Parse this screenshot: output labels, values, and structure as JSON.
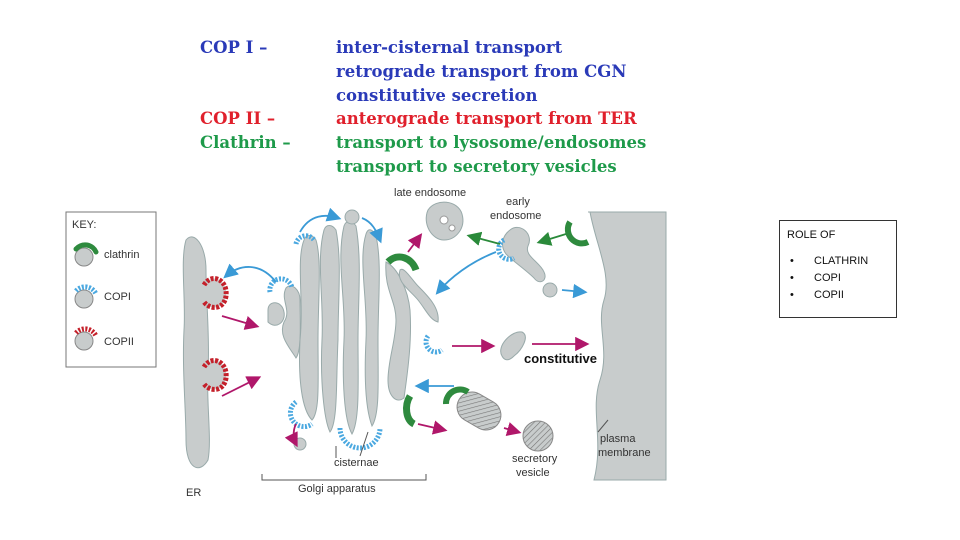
{
  "legend": {
    "copi": {
      "label": "COP I –",
      "items": [
        "inter-cisternal transport",
        "retrograde transport from CGN",
        "constitutive secretion"
      ]
    },
    "copii": {
      "label": "COP II –",
      "items": [
        "anterograde transport from TER"
      ]
    },
    "clathrin": {
      "label": "Clathrin –",
      "items": [
        "transport to lysosome/endosomes",
        "transport to secretory vesicles"
      ]
    }
  },
  "colors": {
    "copi": "#2a3ab8",
    "copii": "#e0202c",
    "clathrin": "#1e9a4a",
    "membrane": "#c8cccc"
  },
  "key": {
    "title": "KEY:",
    "items": [
      {
        "label": "clathrin",
        "icon": "clathrin-coat-icon"
      },
      {
        "label": "COPI",
        "icon": "copi-coat-icon"
      },
      {
        "label": "COPII",
        "icon": "copii-coat-icon"
      }
    ]
  },
  "diagram_labels": {
    "late_endosome": "late endosome",
    "early_endosome_1": "early",
    "early_endosome_2": "endosome",
    "constitutive": "constitutive",
    "cisternae": "cisternae",
    "golgi": "Golgi apparatus",
    "er": "ER",
    "secretory_1": "secretory",
    "secretory_2": "vesicle",
    "plasma_1": "plasma",
    "plasma_2": "membrane"
  },
  "role_box": {
    "title": "ROLE OF",
    "items": [
      "CLATHRIN",
      "COPI",
      "COPII"
    ]
  }
}
